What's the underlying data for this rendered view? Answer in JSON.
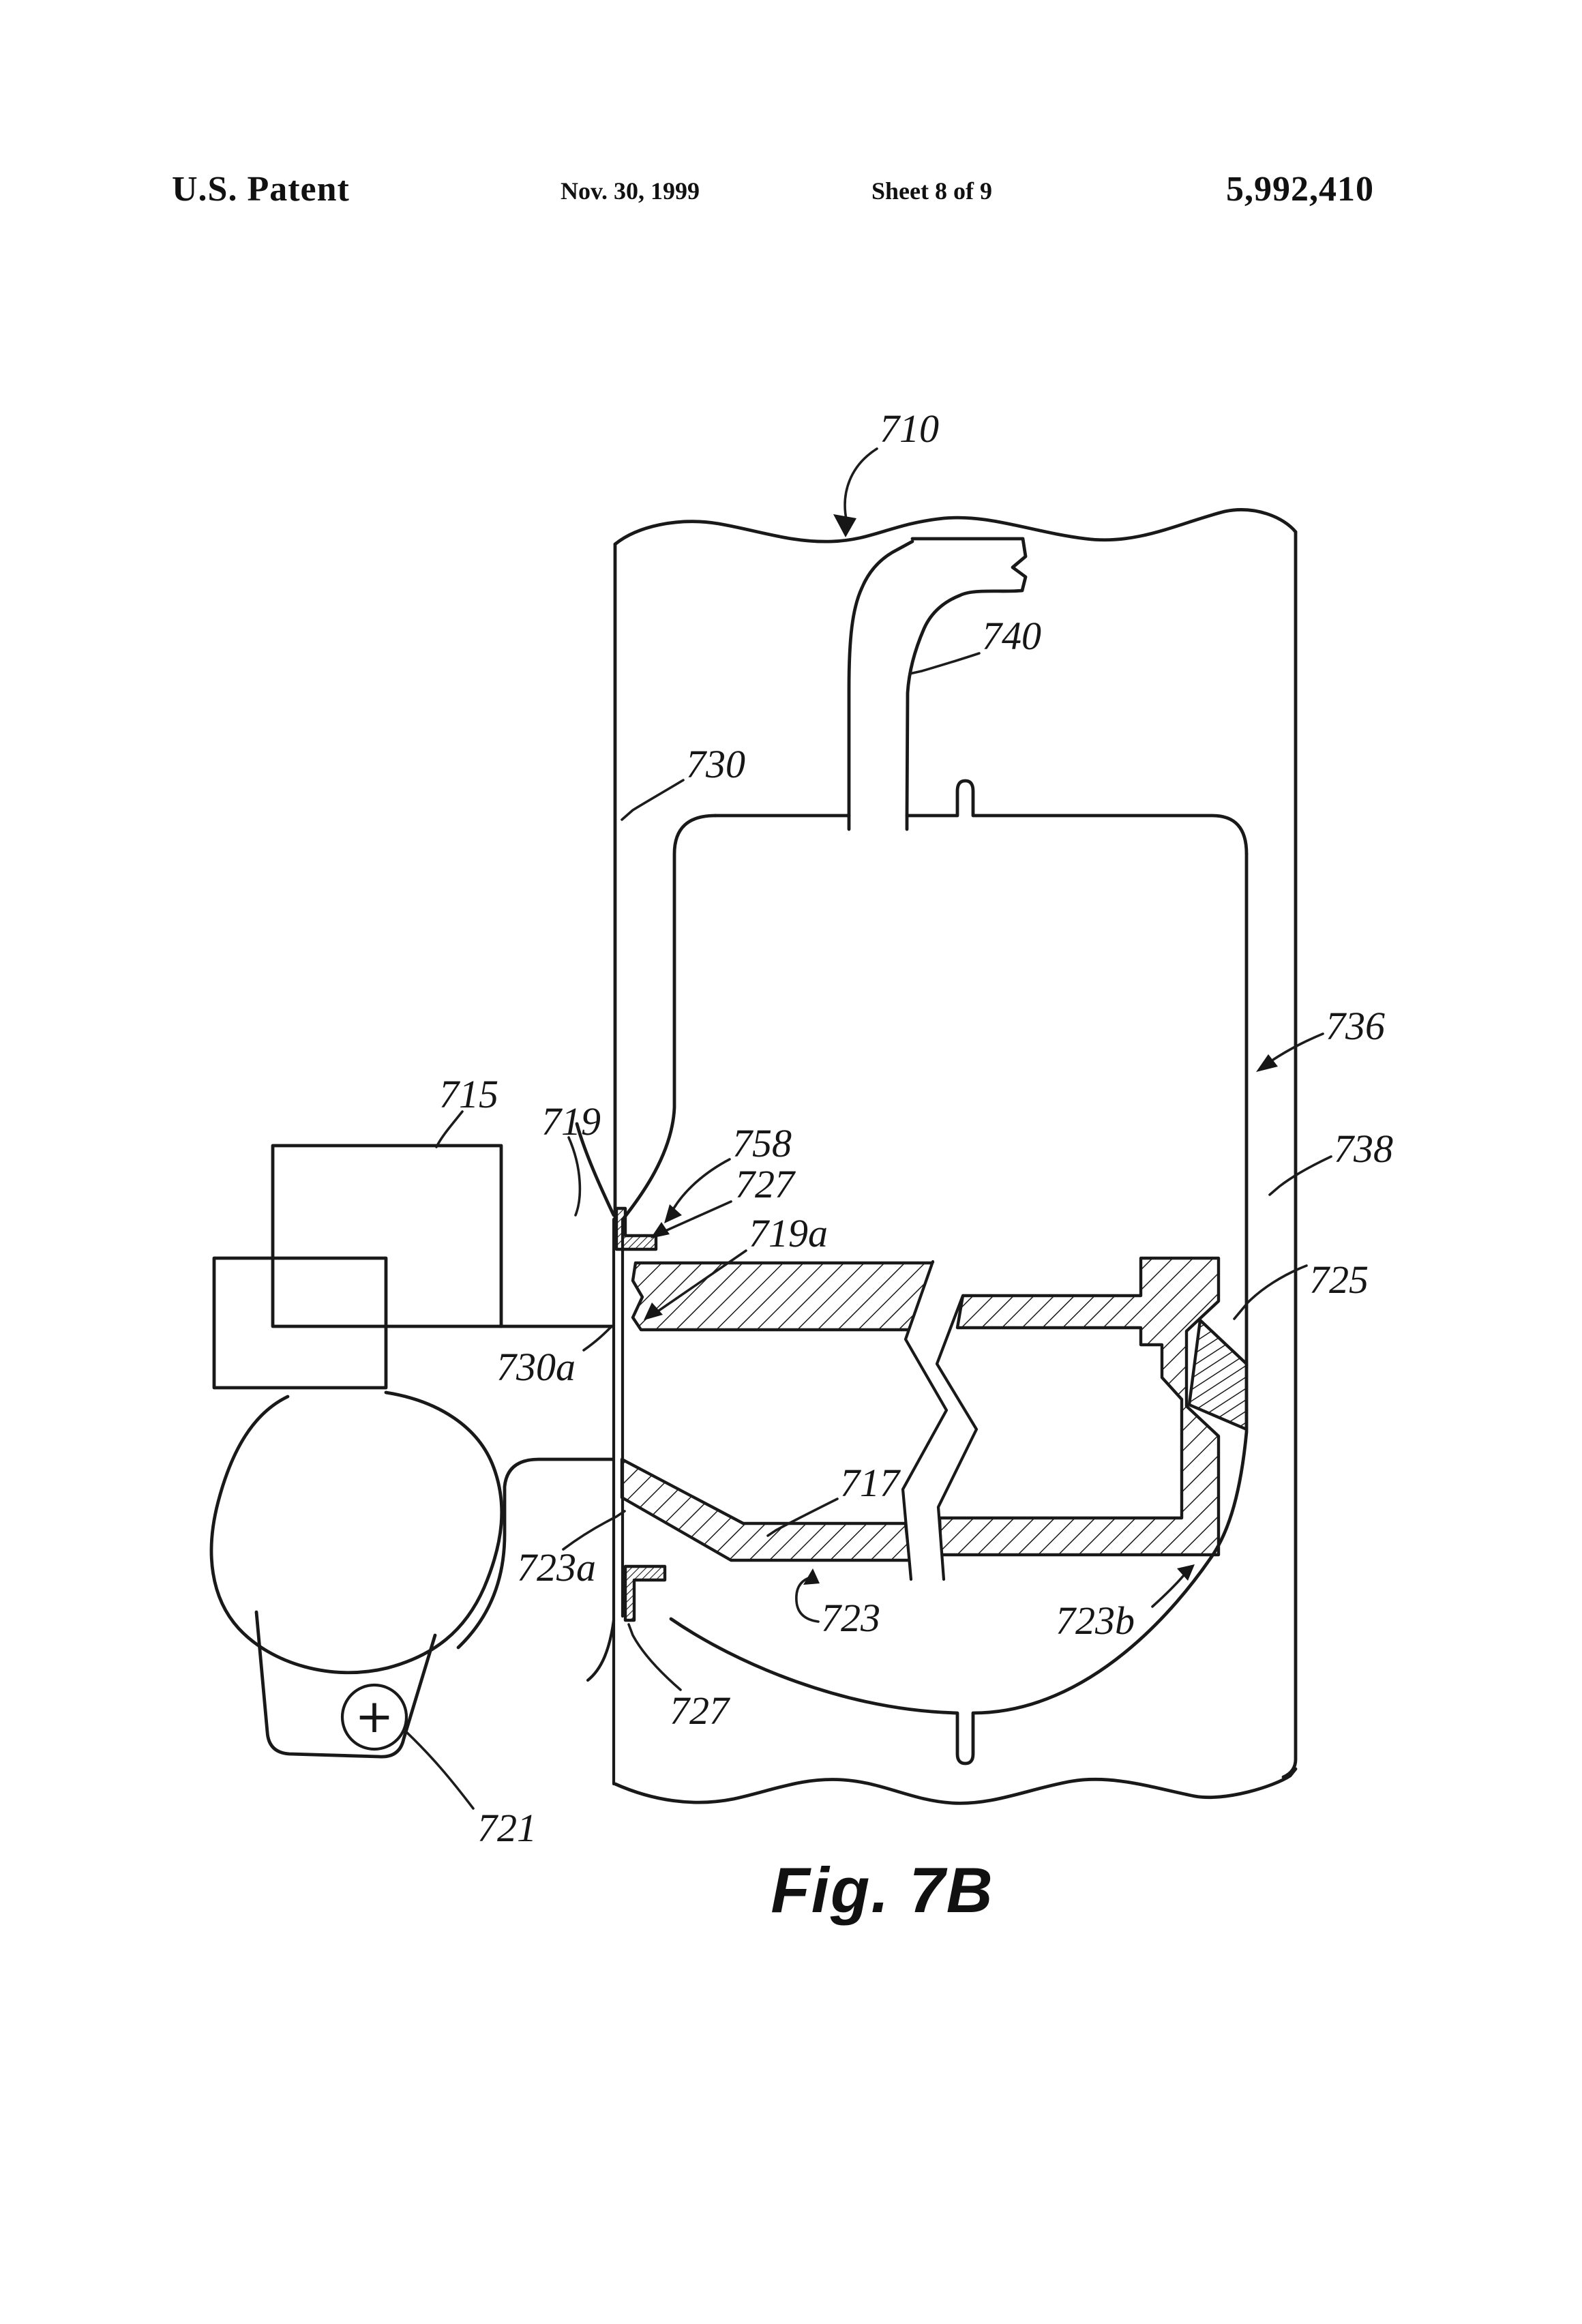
{
  "page": {
    "background": "#ffffff",
    "ink_color": "#191919",
    "kind": "US patent drawing sheet"
  },
  "header": {
    "patent_title": "U.S. Patent",
    "date": "Nov. 30, 1999",
    "sheet_info": "Sheet 8 of 9",
    "patent_number": "5,992,410"
  },
  "figure": {
    "caption": "Fig. 7B",
    "pump_terminal_symbol": "+",
    "reference_labels": {
      "l710": "710",
      "l730": "730",
      "l740": "740",
      "l715": "715",
      "l719": "719",
      "l758": "758",
      "l727_top": "727",
      "l719a": "719a",
      "l730a": "730a",
      "l736": "736",
      "l738": "738",
      "l725": "725",
      "l717": "717",
      "l723a": "723a",
      "l723": "723",
      "l723b": "723b",
      "l727_bottom": "727",
      "l721": "721"
    }
  }
}
